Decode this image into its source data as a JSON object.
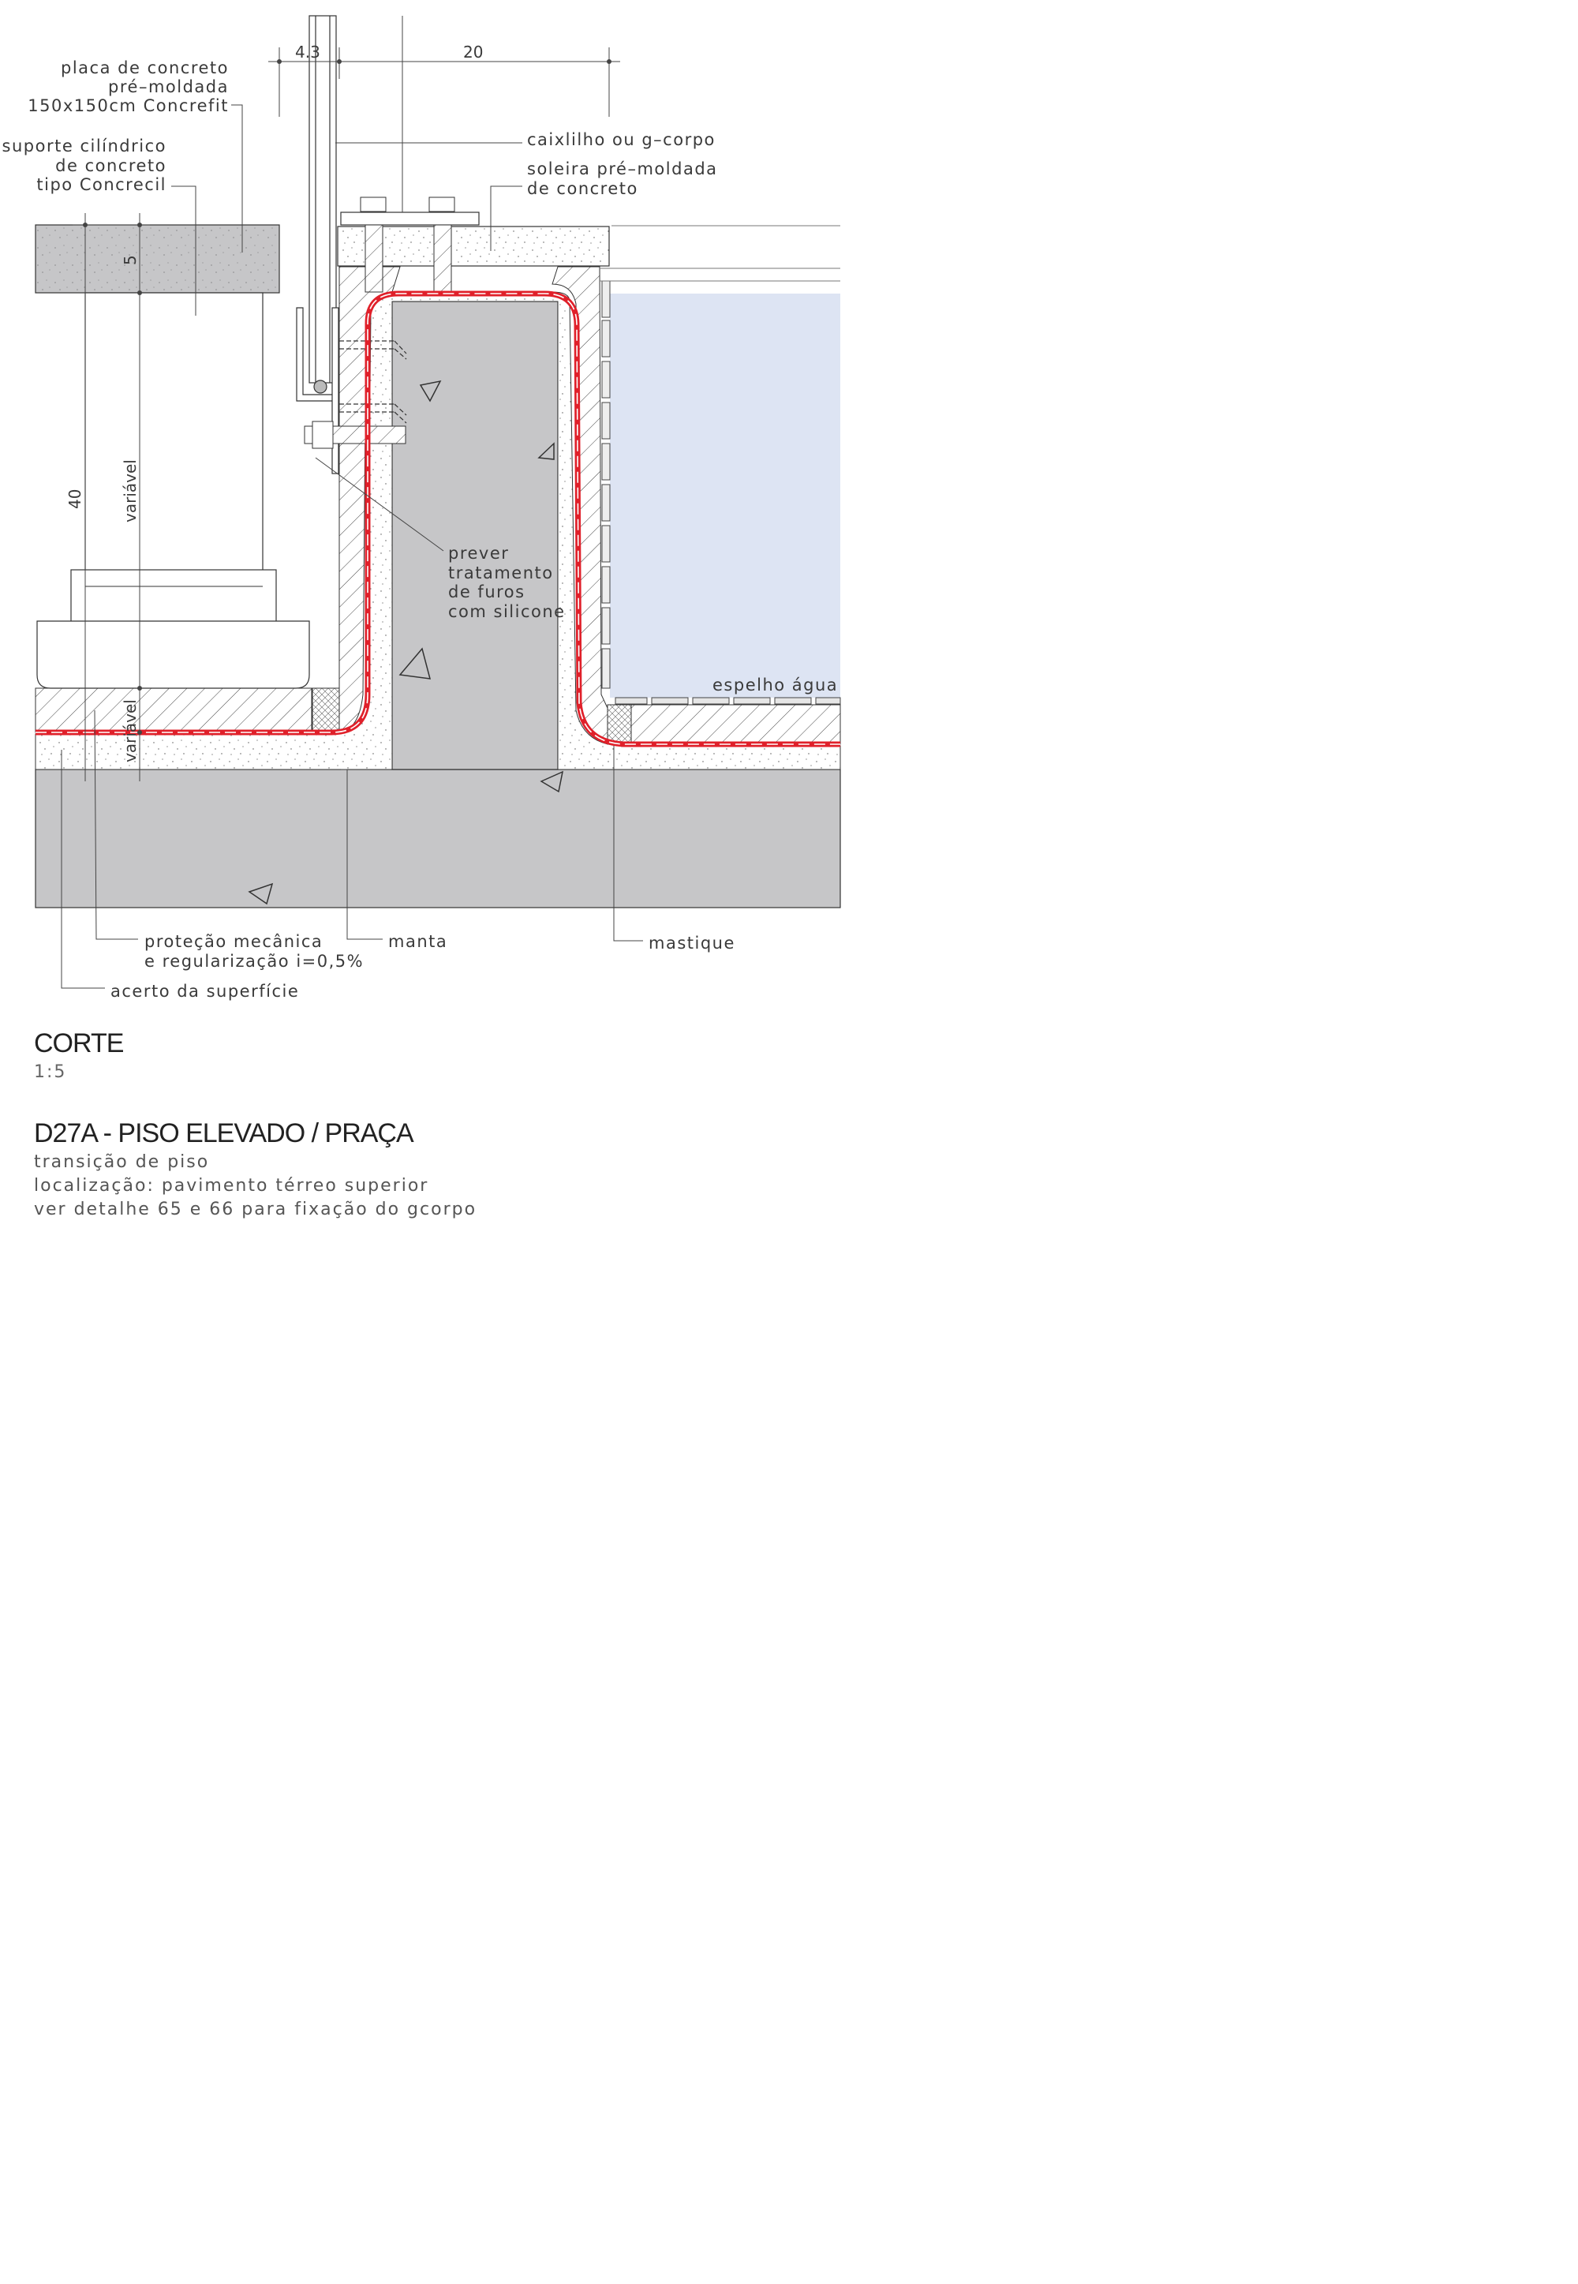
{
  "labels": {
    "placa_l1": "placa de concreto",
    "placa_l2": "pré–moldada",
    "placa_l3": "150x150cm Concrefit",
    "suporte_l1": "suporte cilíndrico",
    "suporte_l2": "de concreto",
    "suporte_l3": "tipo Concrecil",
    "caixilho": "caixlilho ou g–corpo",
    "soleira_l1": "soleira pré–moldada",
    "soleira_l2": "de concreto",
    "prever_l1": "prever",
    "prever_l2": "tratamento",
    "prever_l3": "de furos",
    "prever_l4": "com silicone",
    "espelho": "espelho água",
    "protecao_l1": "proteção mecânica",
    "protecao_l2": "e regularização i=0,5%",
    "manta": "manta",
    "mastique": "mastique",
    "acerto": "acerto da superfície"
  },
  "dimensions": {
    "d_4_3": "4.3",
    "d_20": "20",
    "d_5": "5",
    "d_40": "40",
    "d_variavel_1": "variável",
    "d_variavel_2": "variável"
  },
  "title_block": {
    "corte": "CORTE",
    "scale": "1:5",
    "title": "D27A - PISO ELEVADO / PRAÇA",
    "sub1": "transição de piso",
    "sub2": "localização: pavimento térreo superior",
    "sub3": "ver detalhe 65 e 66 para fixação do gcorpo"
  },
  "colors": {
    "concrete": "#c6c6c8",
    "water": "#dde4f3",
    "membrane": "#e0202a",
    "line": "#3a3a3a"
  }
}
